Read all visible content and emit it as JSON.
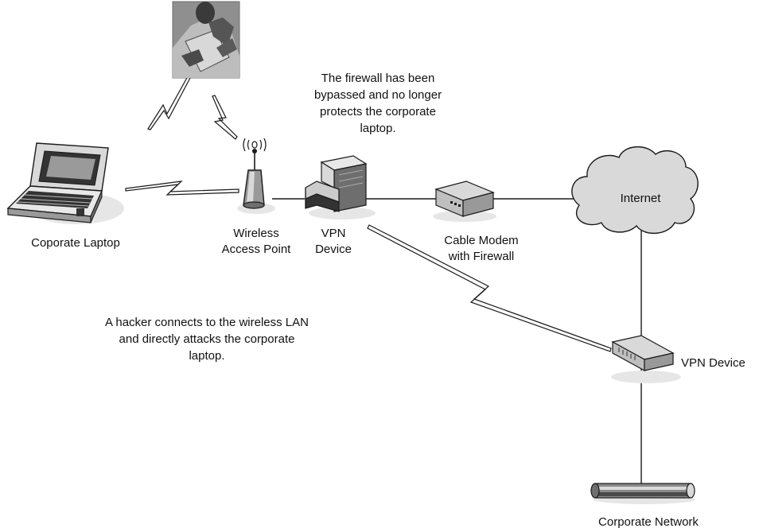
{
  "annotations": {
    "firewall_note": [
      "The firewall has been",
      "bypassed and no longer",
      "protects the corporate",
      "laptop."
    ],
    "hacker_note": [
      "A hacker connects to the wireless LAN",
      "and directly attacks the corporate",
      "laptop."
    ]
  },
  "nodes": {
    "laptop": {
      "label": [
        "Coporate Laptop"
      ]
    },
    "access_point": {
      "label": [
        "Wireless",
        "Access Point"
      ]
    },
    "vpn_device_left": {
      "label": [
        "VPN",
        "Device"
      ]
    },
    "cable_modem": {
      "label": [
        "Cable Modem",
        "with Firewall"
      ]
    },
    "internet": {
      "label": [
        "Internet"
      ]
    },
    "vpn_device_right": {
      "label": [
        "VPN Device"
      ]
    },
    "corporate_network": {
      "label": [
        "Corporate Network"
      ]
    },
    "hacker": {
      "label": []
    }
  },
  "colors": {
    "line": "#1a1a1a",
    "dark": "#333333",
    "mid": "#8a8a8a",
    "light": "#d9d9d9",
    "shadow": "#e6e6e6"
  }
}
